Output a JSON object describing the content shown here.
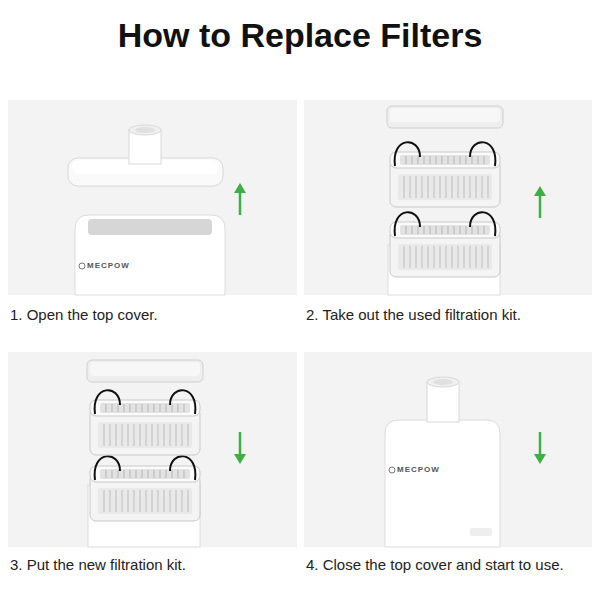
{
  "diagram": {
    "title": "How to Replace Filters",
    "labels": [
      "MECPOW",
      "1. Open the top cover.",
      "2. Take out the used filtration kit.",
      "3. Put the new filtration kit.",
      "MECPOW",
      "4. Close the top cover and start to use."
    ]
  }
}
